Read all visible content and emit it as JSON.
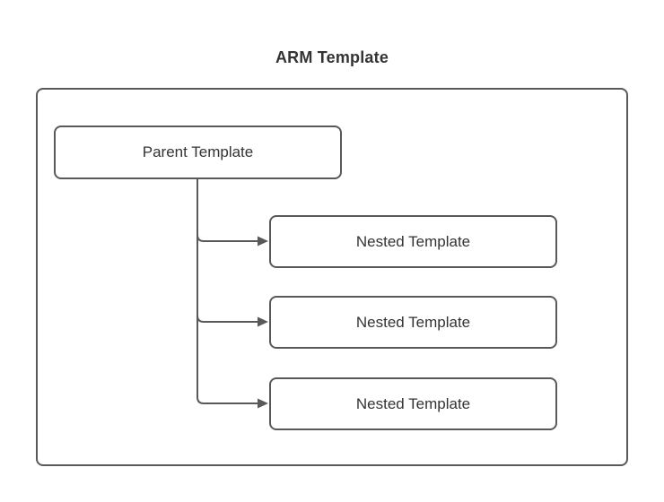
{
  "diagram": {
    "title": "ARM Template",
    "parent_box": {
      "label": "Parent Template"
    },
    "nested_boxes": [
      {
        "label": "Nested Template"
      },
      {
        "label": "Nested Template"
      },
      {
        "label": "Nested Template"
      }
    ],
    "colors": {
      "border": "#595959",
      "text": "#333333",
      "background": "#ffffff"
    }
  }
}
